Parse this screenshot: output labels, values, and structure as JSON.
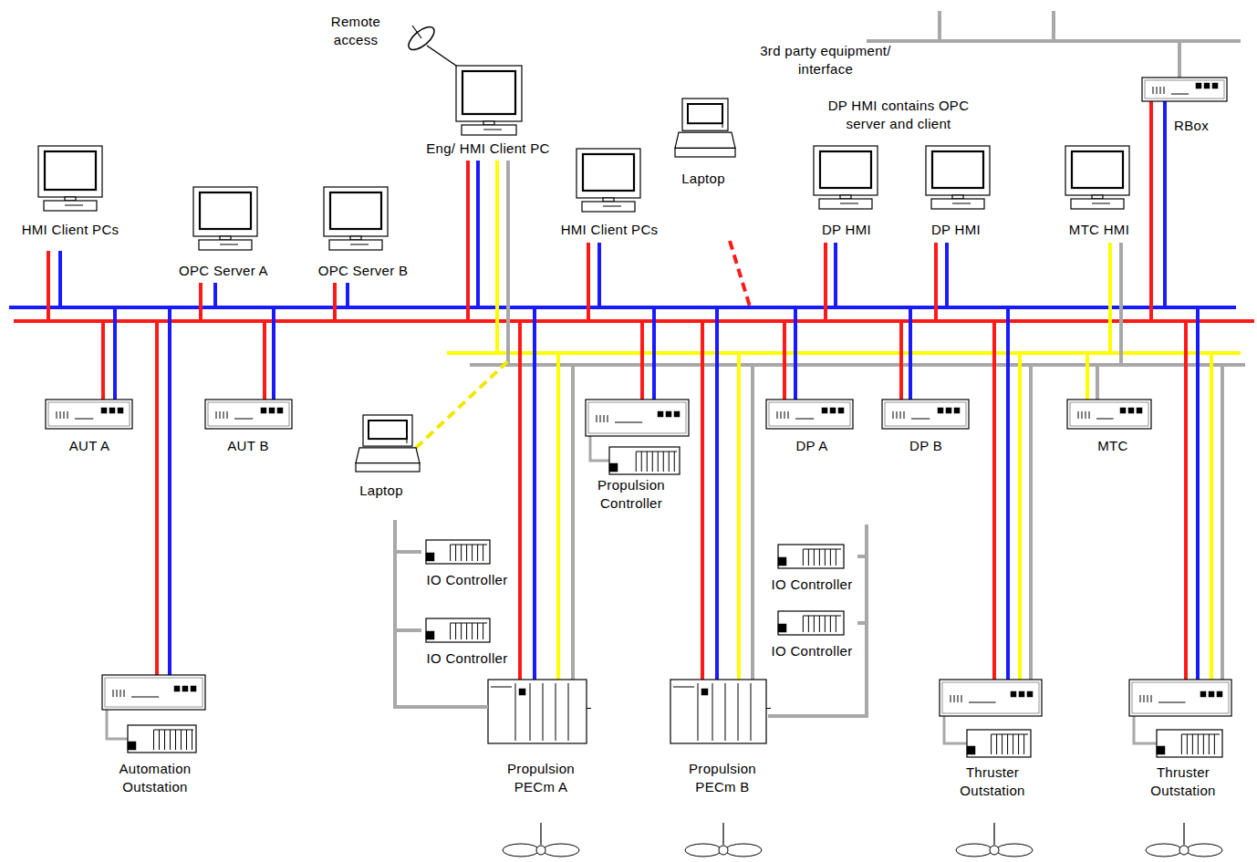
{
  "diagram": {
    "nodes": [
      {
        "text": [
          "Eng/ HMI Client PC"
        ]
      },
      {
        "text": [
          "Laptop"
        ]
      },
      {
        "text": [
          "RBox"
        ]
      },
      {
        "text": [
          "HMI Client PCs"
        ]
      },
      {
        "text": [
          "OPC Server A"
        ]
      },
      {
        "text": [
          "OPC Server B"
        ]
      },
      {
        "text": [
          "HMI Client PCs"
        ]
      },
      {
        "text": [
          "DP HMI"
        ]
      },
      {
        "text": [
          "DP HMI"
        ]
      },
      {
        "text": [
          "MTC HMI"
        ]
      },
      {
        "text": [
          "AUT A"
        ]
      },
      {
        "text": [
          "AUT B"
        ]
      },
      {
        "text": [
          "Laptop"
        ]
      },
      {
        "text": [
          "Propulsion Controller"
        ]
      },
      {
        "text": [
          "DP A"
        ]
      },
      {
        "text": [
          "DP B"
        ]
      },
      {
        "text": [
          "MTC"
        ]
      },
      {
        "text": [
          "IO Controller"
        ]
      },
      {
        "text": [
          "IO Controller"
        ]
      },
      {
        "text": [
          "IO Controller"
        ]
      },
      {
        "text": [
          "IO Controller"
        ]
      },
      {
        "text": [
          "Automation Outstation"
        ]
      },
      {
        "text": [
          "Propulsion PECm A"
        ]
      },
      {
        "text": [
          "Propulsion PECm B"
        ]
      },
      {
        "text": [
          "Thruster Outstation"
        ]
      },
      {
        "text": [
          "Thruster Outstation"
        ]
      }
    ],
    "edges": [
      {
        "from": 17,
        "to": 22,
        "arrow": "none"
      },
      {
        "from": 19,
        "to": 22,
        "arrow": "none"
      },
      {
        "from": 18,
        "to": 23,
        "arrow": "none"
      },
      {
        "from": 20,
        "to": 23,
        "arrow": "none"
      }
    ],
    "labels": [
      "Remote access",
      "3rd party equipment/ interface",
      "DP HMI contains OPC server and client"
    ]
  }
}
